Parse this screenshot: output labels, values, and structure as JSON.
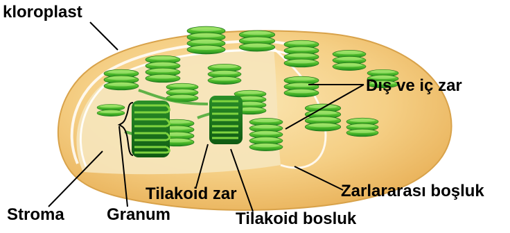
{
  "labels": {
    "kloroplast": "kloroplast",
    "dis_ve_ic_zar": "Dış ve iç zar",
    "zarlararasi_bosluk": "Zarlararası boşluk",
    "tilakoid_zar": "Tilakoid zar",
    "tilakoid_bosluk": "Tilakoid bosluk",
    "stroma": "Stroma",
    "granum": "Granum"
  },
  "colors": {
    "outer_membrane": "#f2c77a",
    "stroma": "#f5e3b8",
    "thylakoid_light": "#7fd33f",
    "thylakoid_dark": "#1f8a1d",
    "thylakoid_cut": "#0f5a12",
    "membrane_line": "#ffffff",
    "leader_line": "#000000"
  },
  "icons": {
    "organelle": "chloroplast-illustration"
  }
}
